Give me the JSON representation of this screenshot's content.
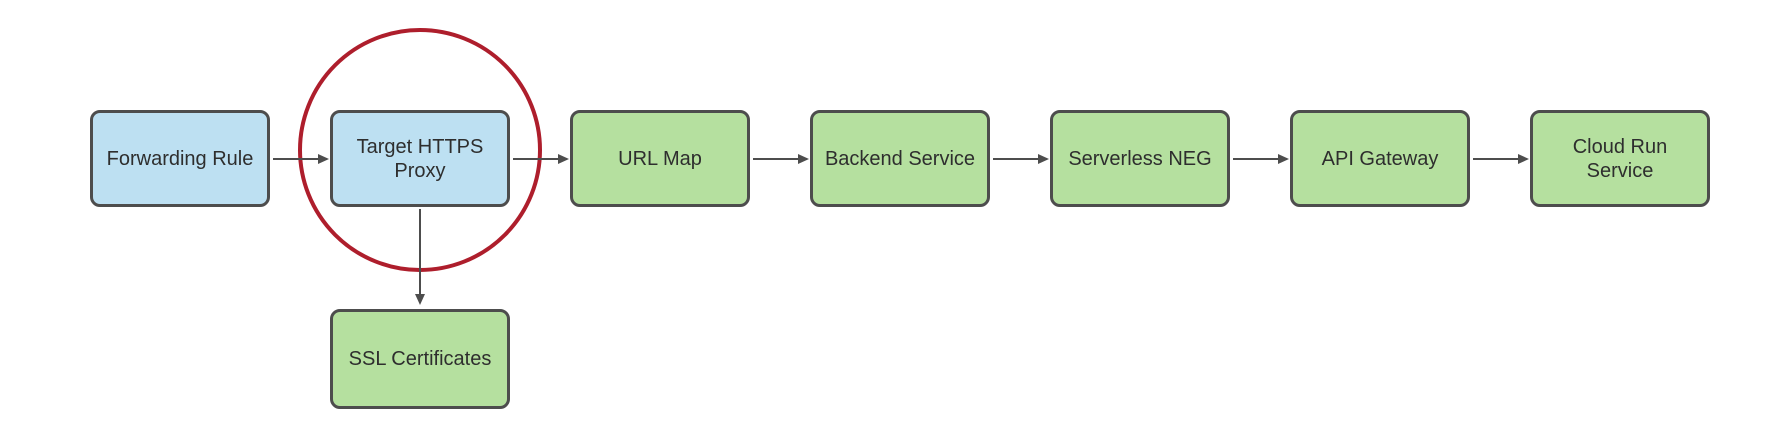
{
  "diagram": {
    "type": "flowchart",
    "background_color": "#ffffff",
    "nodes": [
      {
        "id": "forwarding-rule",
        "label": "Forwarding Rule",
        "fill": "#bde0f2",
        "border": "#4d4d4d",
        "highlighted": false
      },
      {
        "id": "target-https-proxy",
        "label": "Target HTTPS\nProxy",
        "fill": "#bde0f2",
        "border": "#4d4d4d",
        "highlighted": true
      },
      {
        "id": "url-map",
        "label": "URL Map",
        "fill": "#b5e09f",
        "border": "#4d4d4d",
        "highlighted": false
      },
      {
        "id": "backend-service",
        "label": "Backend Service",
        "fill": "#b5e09f",
        "border": "#4d4d4d",
        "highlighted": false
      },
      {
        "id": "serverless-neg",
        "label": "Serverless NEG",
        "fill": "#b5e09f",
        "border": "#4d4d4d",
        "highlighted": false
      },
      {
        "id": "api-gateway",
        "label": "API Gateway",
        "fill": "#b5e09f",
        "border": "#4d4d4d",
        "highlighted": false
      },
      {
        "id": "cloud-run-service",
        "label": "Cloud Run\nService",
        "fill": "#b5e09f",
        "border": "#4d4d4d",
        "highlighted": false
      },
      {
        "id": "ssl-certificates",
        "label": "SSL Certificates",
        "fill": "#b5e09f",
        "border": "#4d4d4d",
        "highlighted": false
      }
    ],
    "edges": [
      {
        "from": "forwarding-rule",
        "to": "target-https-proxy",
        "direction": "right"
      },
      {
        "from": "target-https-proxy",
        "to": "url-map",
        "direction": "right"
      },
      {
        "from": "url-map",
        "to": "backend-service",
        "direction": "right"
      },
      {
        "from": "backend-service",
        "to": "serverless-neg",
        "direction": "right"
      },
      {
        "from": "serverless-neg",
        "to": "api-gateway",
        "direction": "right"
      },
      {
        "from": "api-gateway",
        "to": "cloud-run-service",
        "direction": "right"
      },
      {
        "from": "target-https-proxy",
        "to": "ssl-certificates",
        "direction": "down"
      }
    ],
    "annotation": {
      "shape": "circle",
      "target": "target-https-proxy",
      "color": "#ae1e2c"
    },
    "colors": {
      "node_blue_fill": "#bde0f2",
      "node_green_fill": "#b5e09f",
      "stroke_gray": "#4d4d4d",
      "text": "#2e2e2e",
      "highlight_red": "#ae1e2c"
    }
  }
}
